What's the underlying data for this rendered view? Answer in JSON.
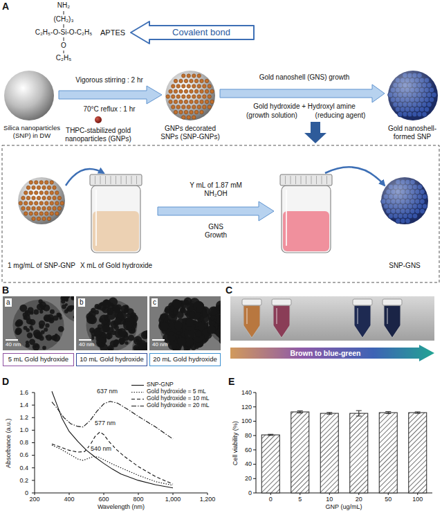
{
  "diagram": {
    "nodes": [
      {
        "text": [
          "Covalent bond"
        ]
      },
      {
        "text": [
          "5 mL Gold hydroxide"
        ]
      },
      {
        "text": [
          "10 mL Gold hydroxide"
        ]
      },
      {
        "text": [
          "20 mL Gold hydroxide"
        ]
      },
      {
        "text": [
          "Brown to blue-green"
        ]
      }
    ],
    "labels": [
      "A",
      "NH₂",
      "(CH₂)₃",
      "C₂H₅-O-Si-O-C₂H₅",
      "O",
      "C₂H₅",
      "APTES",
      "Silica nanoparticles (SNP) in DW",
      "Vigorous stirring : 2 hr",
      "70°C reflux : 1 hr",
      "THPC-stabilized gold nanoparticles (GNPs)",
      "GNPs decorated SNPs (SNP-GNPs)",
      "Gold nanoshell (GNS) growth",
      "Gold hydroxide + Hydroxyl amine",
      "(growth solution)",
      "(reducing agent)",
      "Gold nanoshell-formed SNP",
      "1 mg/mL of SNP-GNP",
      "X mL of Gold hydroxide",
      "Y mL of 1.87 mM NH₂OH",
      "GNS Growth",
      "SNP-GNS",
      "B",
      "a",
      "40 nm",
      "b",
      "40 nm",
      "c",
      "40 nm",
      "C",
      "D",
      "1.6",
      "1.4",
      "1.2",
      "1.0",
      "0.8",
      "0.6",
      "0.4",
      "0.2",
      "0",
      "Absorbance (a.u.)",
      "200",
      "400",
      "600",
      "800",
      "1,000",
      "1,200",
      "Wavelength (nm)",
      "637 nm",
      "577 nm",
      "540 nm",
      "E",
      "140",
      "120",
      "100",
      "80",
      "60",
      "40",
      "20",
      "0",
      "Cell viability (%)",
      "0",
      "5",
      "10",
      "20",
      "50",
      "100",
      "GNP (ug/mL)"
    ],
    "legend": [
      {
        "text": "SNP-GNP"
      },
      {
        "text": "Gold hydroxide = 5 mL"
      },
      {
        "text": "Gold hydroxide = 10 mL"
      },
      {
        "text": "Gold hydroxide = 20 mL"
      }
    ]
  }
}
